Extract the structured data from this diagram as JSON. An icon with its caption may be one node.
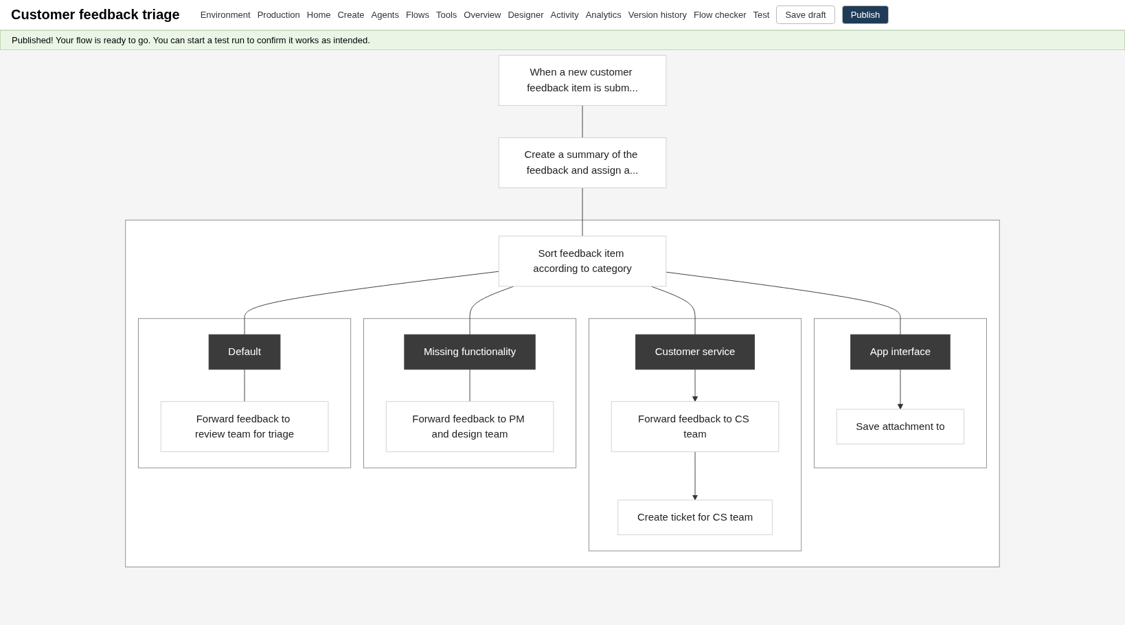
{
  "diagram": {
    "title": "Customer feedback triage",
    "nodes": [
      {
        "text": [
          "When a new customer feedback item is subm..."
        ]
      },
      {
        "text": [
          "Create a summary of the feedback and assign a..."
        ]
      },
      {
        "text": [],
        "shape": "box"
      },
      {
        "text": [
          "Sort feedback item according to category"
        ],
        "in": 2
      },
      {
        "text": [],
        "shape": "box",
        "in": 2
      },
      {
        "text": [
          "App interface"
        ],
        "in": 4
      },
      {
        "text": [
          "Save attachment to"
        ],
        "in": 4
      },
      {
        "text": [],
        "shape": "box",
        "in": 2
      },
      {
        "text": [
          "Customer service"
        ],
        "in": 7
      },
      {
        "text": [
          "Forward feedback to CS team"
        ],
        "in": 7
      },
      {
        "text": [
          "Create ticket for CS team"
        ],
        "in": 7
      },
      {
        "text": [],
        "shape": "box",
        "in": 2
      },
      {
        "text": [
          "Missing functionality"
        ],
        "in": 11
      },
      {
        "text": [
          "Forward feedback to PM and design team"
        ],
        "in": 11
      },
      {
        "text": [],
        "shape": "box",
        "in": 2
      },
      {
        "text": [
          "Default"
        ],
        "in": 14
      },
      {
        "text": [
          "Forward feedback to review team for triage"
        ],
        "in": 14
      }
    ],
    "edges": [
      {
        "from": 0,
        "to": 1,
        "arrow": "none"
      },
      {
        "from": 1,
        "to": 3,
        "arrow": "none"
      },
      {
        "from": 3,
        "to": 5,
        "arrow": "none"
      },
      {
        "from": 3,
        "to": 8,
        "arrow": "none"
      },
      {
        "from": 3,
        "to": 12,
        "arrow": "none"
      },
      {
        "from": 3,
        "to": 15,
        "arrow": "none"
      },
      {
        "from": 5,
        "to": 6,
        "arrow": "to"
      },
      {
        "from": 8,
        "to": 9,
        "arrow": "to"
      },
      {
        "from": 9,
        "to": 10,
        "arrow": "to"
      },
      {
        "from": 12,
        "to": 13,
        "arrow": "none"
      },
      {
        "from": 15,
        "to": 16,
        "arrow": "none"
      }
    ],
    "labels": [
      "Environment",
      "Production",
      "Home",
      "Create",
      "Agents",
      "Flows",
      "Tools",
      "Overview",
      "Designer",
      "Activity",
      "Analytics",
      "Version history",
      "Flow checker",
      "Test",
      "Save draft",
      "Publish",
      "Published! Your flow is ready to go. You can start a test run to confirm it works as intended."
    ]
  }
}
